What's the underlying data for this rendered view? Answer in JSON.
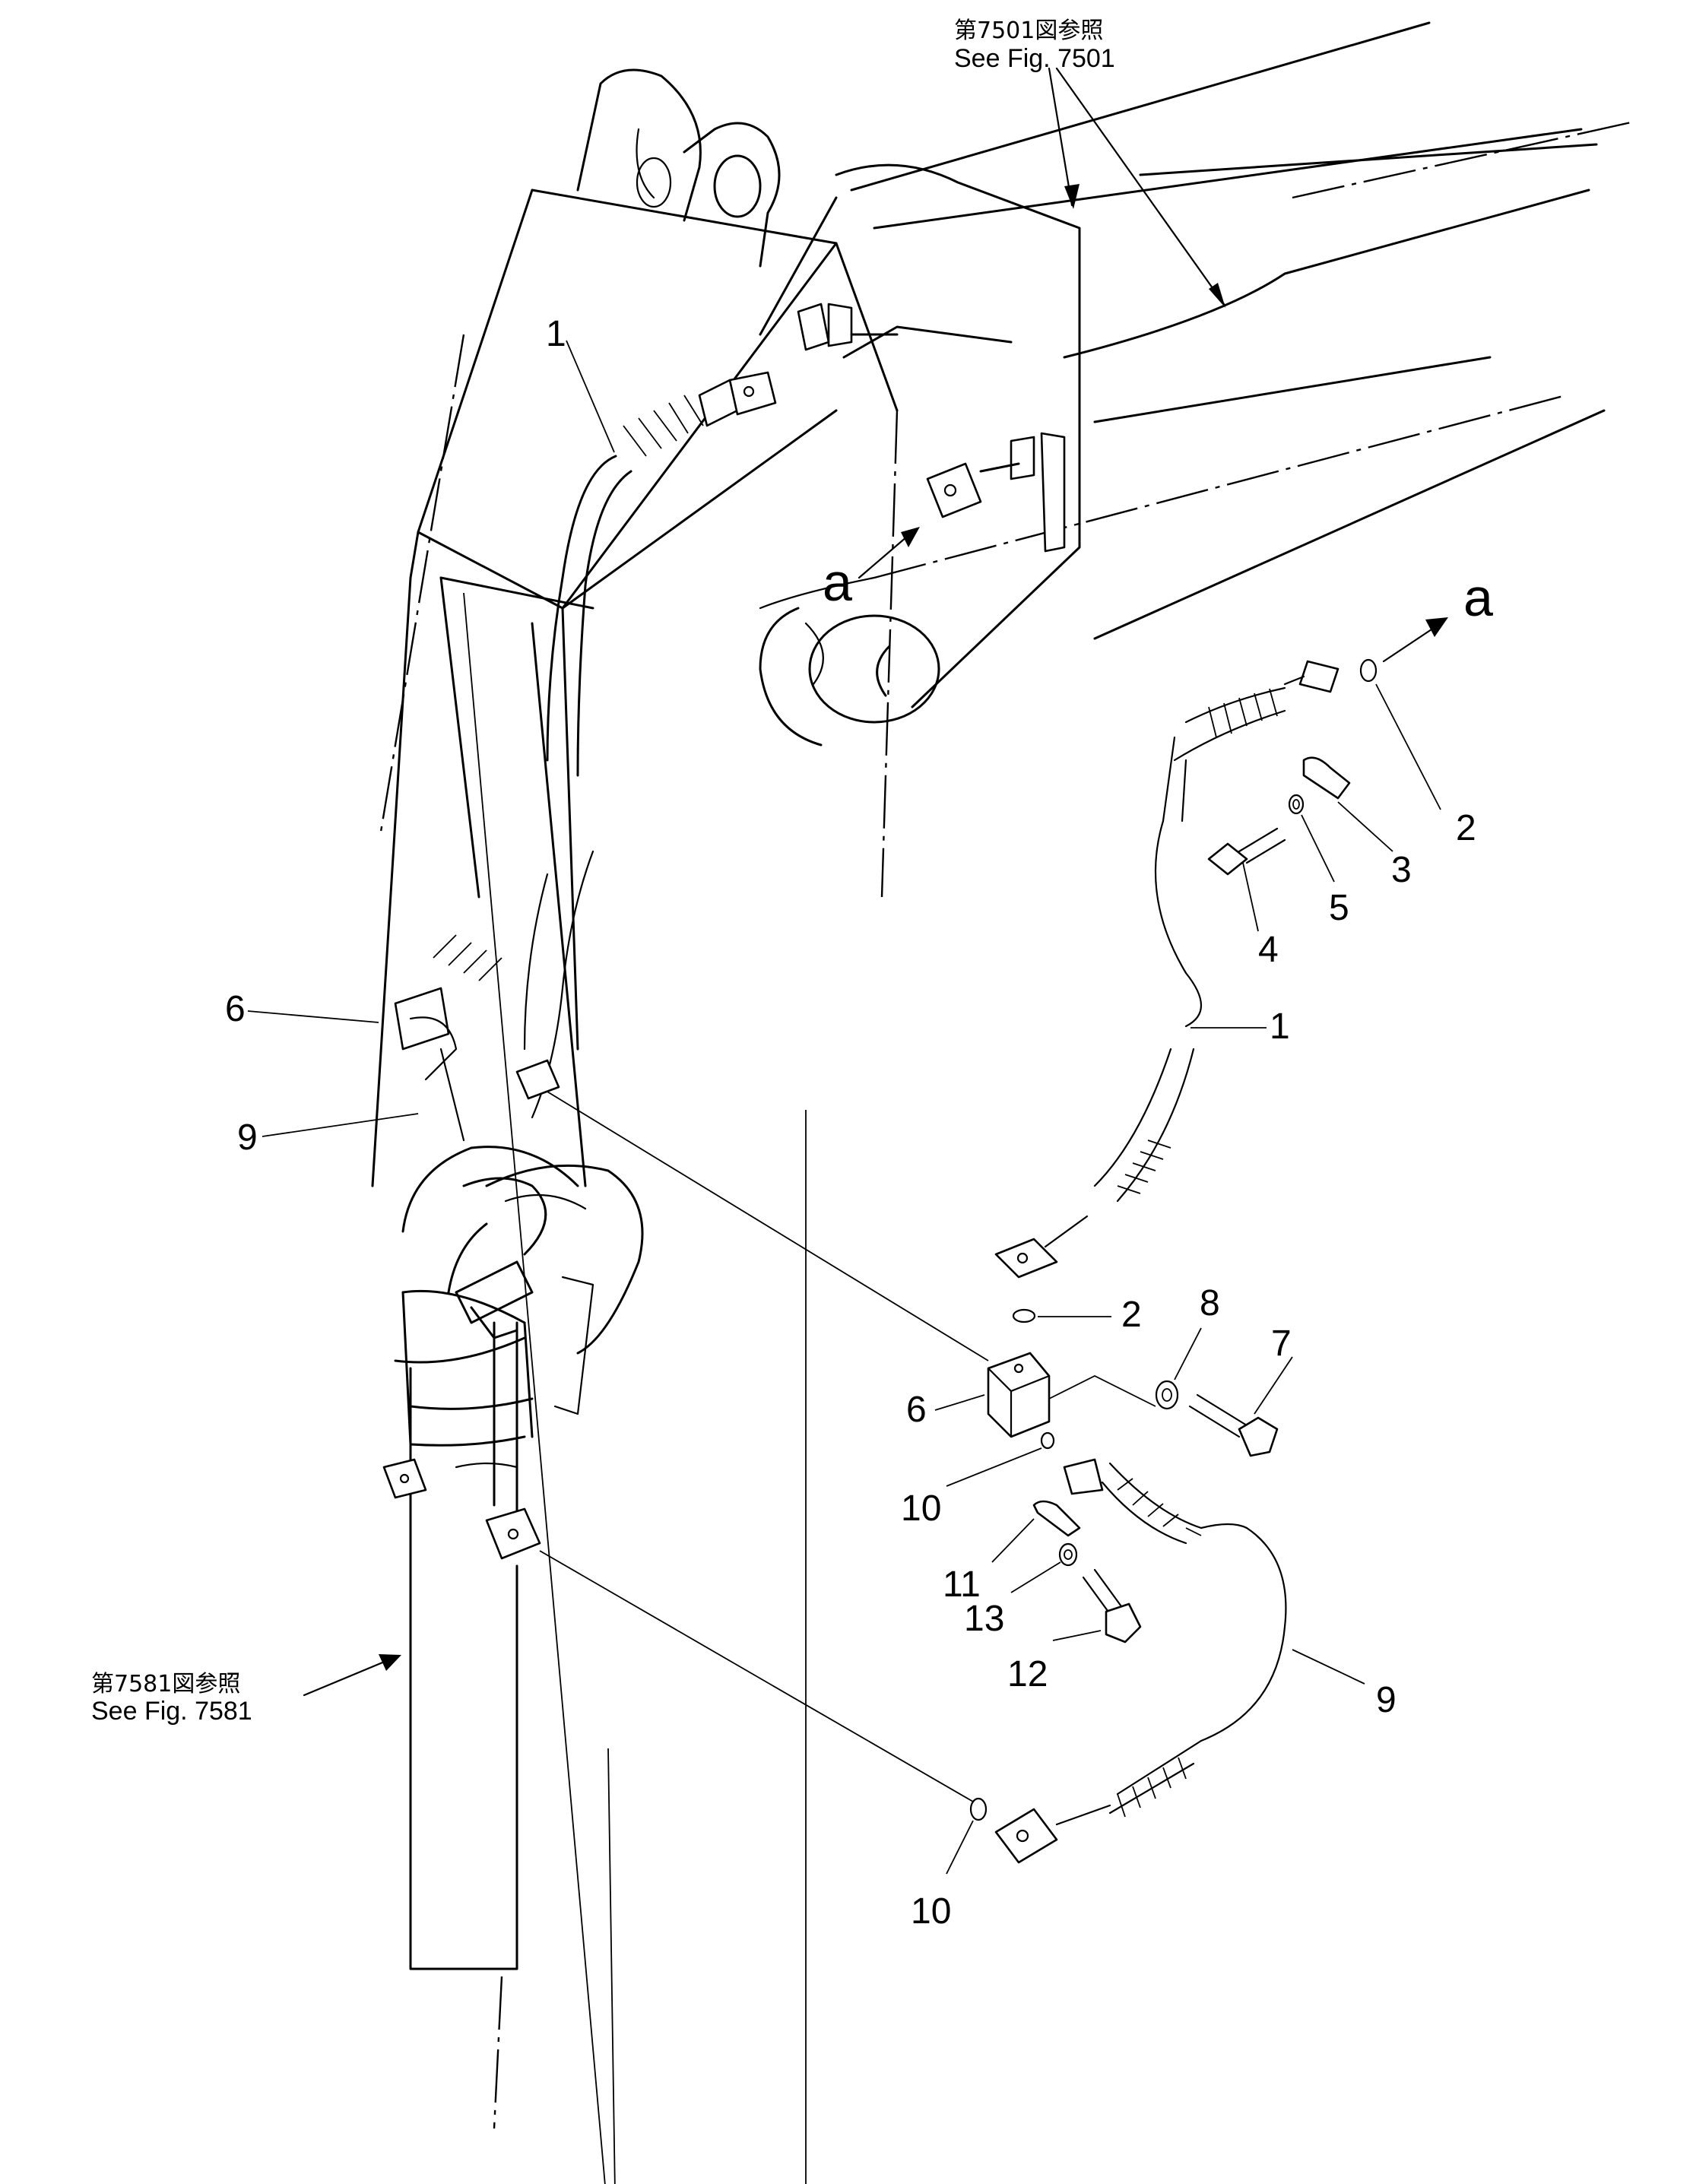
{
  "references": {
    "top": {
      "ja": "第7501図参照",
      "en": "See Fig. 7501"
    },
    "left": {
      "ja": "第7581図参照",
      "en": "See Fig. 7581"
    }
  },
  "view_marker": "a",
  "labels": {
    "p1_main": "1",
    "p6_main": "6",
    "p9_main": "9",
    "p1": "1",
    "p2_top": "2",
    "p3": "3",
    "p4": "4",
    "p5": "5",
    "p2_mid": "2",
    "p6": "6",
    "p7": "7",
    "p8": "8",
    "p9": "9",
    "p10_mid": "10",
    "p11": "11",
    "p12": "12",
    "p13": "13",
    "p10_bot": "10"
  }
}
